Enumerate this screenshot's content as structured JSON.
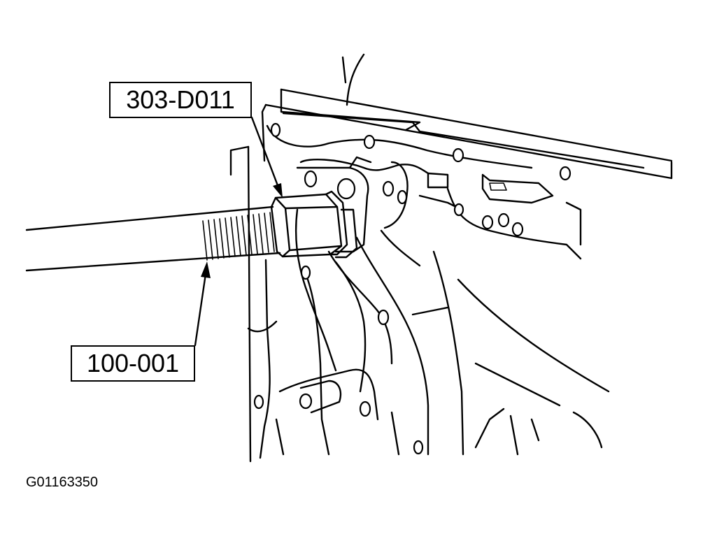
{
  "labels": {
    "tool_top": "303-D011",
    "tool_bottom": "100-001",
    "figure_id": "G01163350"
  },
  "colors": {
    "line": "#000000",
    "background": "#ffffff"
  }
}
